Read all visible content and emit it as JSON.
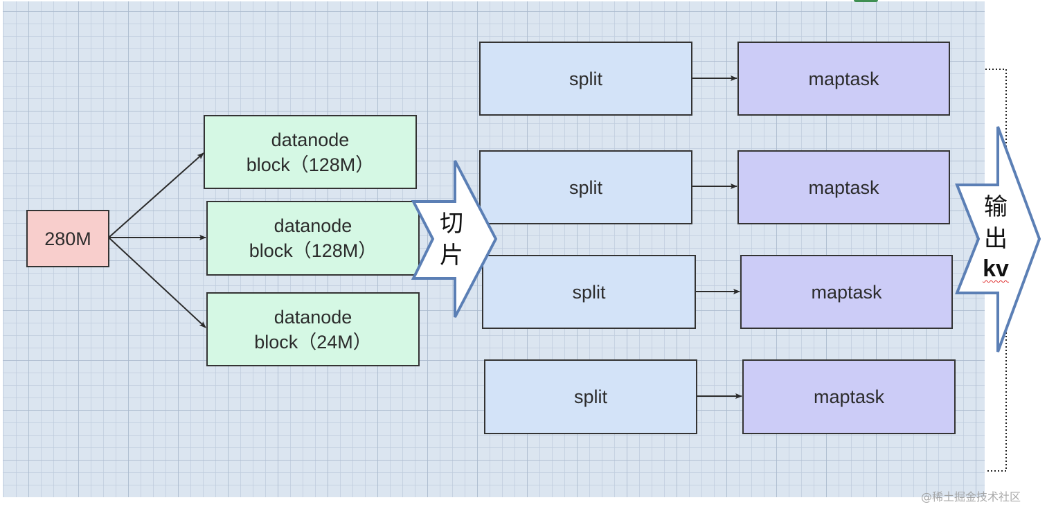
{
  "diagram": {
    "title": "HDFS block to MapTask split flow",
    "source": {
      "label": "280M",
      "color": "#f8cecc"
    },
    "datanodes": [
      {
        "line1": "datanode",
        "line2": "block（128M）"
      },
      {
        "line1": "datanode",
        "line2": "block（128M）"
      },
      {
        "line1": "datanode",
        "line2": "block（24M）"
      }
    ],
    "datanode_color": "#d5f8e4",
    "slice_arrow": {
      "chars": [
        "切",
        "片"
      ],
      "stroke": "#5b7fb5"
    },
    "splits": [
      {
        "label": "split"
      },
      {
        "label": "split"
      },
      {
        "label": "split"
      },
      {
        "label": "split"
      }
    ],
    "split_color": "#d3e3f8",
    "maptasks": [
      {
        "label": "maptask"
      },
      {
        "label": "maptask"
      },
      {
        "label": "maptask"
      },
      {
        "label": "maptask"
      }
    ],
    "maptask_color": "#ccccf7",
    "output_arrow": {
      "chars": [
        "输",
        "出"
      ],
      "emphasis": "kv",
      "stroke": "#5b7fb5"
    },
    "edges": [
      {
        "from": "source",
        "to": "datanode-1"
      },
      {
        "from": "source",
        "to": "datanode-2"
      },
      {
        "from": "source",
        "to": "datanode-3"
      },
      {
        "from": "split-1",
        "to": "maptask-1"
      },
      {
        "from": "split-2",
        "to": "maptask-2"
      },
      {
        "from": "split-3",
        "to": "maptask-3"
      },
      {
        "from": "split-4",
        "to": "maptask-4"
      }
    ]
  },
  "watermark": "@稀土掘金技术社区"
}
